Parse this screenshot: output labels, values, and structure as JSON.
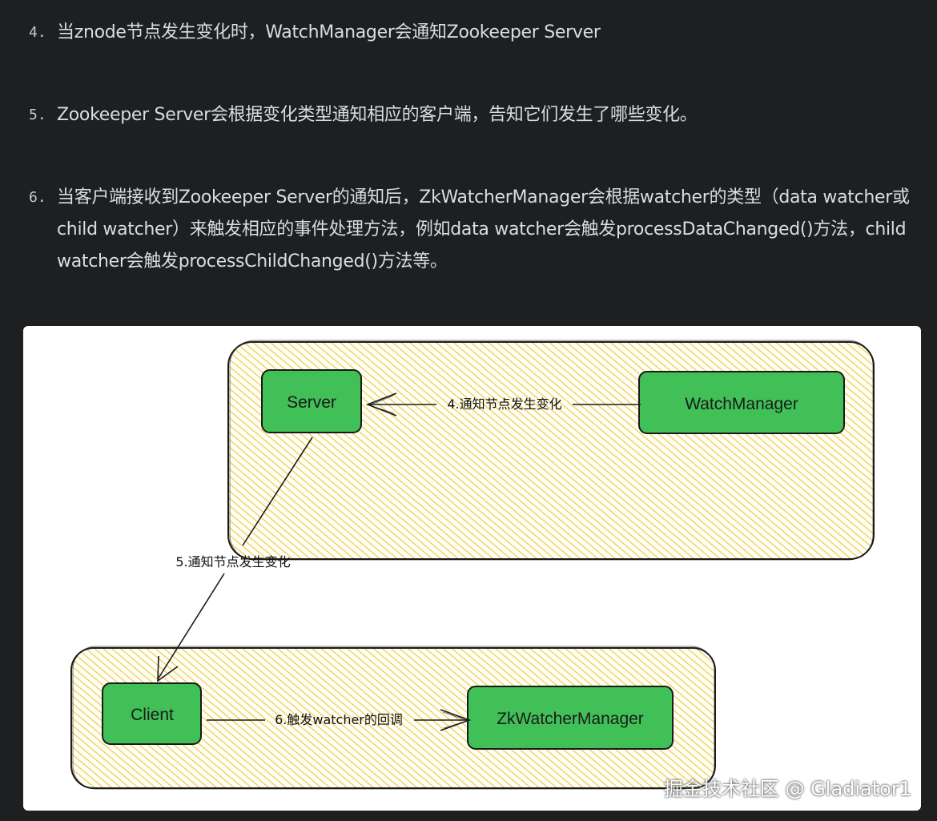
{
  "list": {
    "items": [
      {
        "num": "4.",
        "text": "当znode节点发生变化时，WatchManager会通知Zookeeper Server"
      },
      {
        "num": "5.",
        "text": "Zookeeper Server会根据变化类型通知相应的客户端，告知它们发生了哪些变化。"
      },
      {
        "num": "6.",
        "text": "当客户端接收到Zookeeper Server的通知后，ZkWatcherManager会根据watcher的类型（data watcher或child watcher）来触发相应的事件处理方法，例如data watcher会触发processDataChanged()方法，child watcher会触发processChildChanged()方法等。"
      }
    ]
  },
  "diagram": {
    "nodes": {
      "server": "Server",
      "watch_manager": "WatchManager",
      "client": "Client",
      "zk_watcher_manager": "ZkWatcherManager"
    },
    "edges": {
      "notify_server": "4.通知节点发生变化",
      "notify_client": "5.通知节点发生变化",
      "trigger_callback": "6.触发watcher的回调"
    },
    "colors": {
      "node_fill": "#40c057",
      "group_fill": "#f2d86a",
      "stroke": "#1a1a1a"
    }
  },
  "watermark": "掘金技术社区 @ Gladiator1"
}
